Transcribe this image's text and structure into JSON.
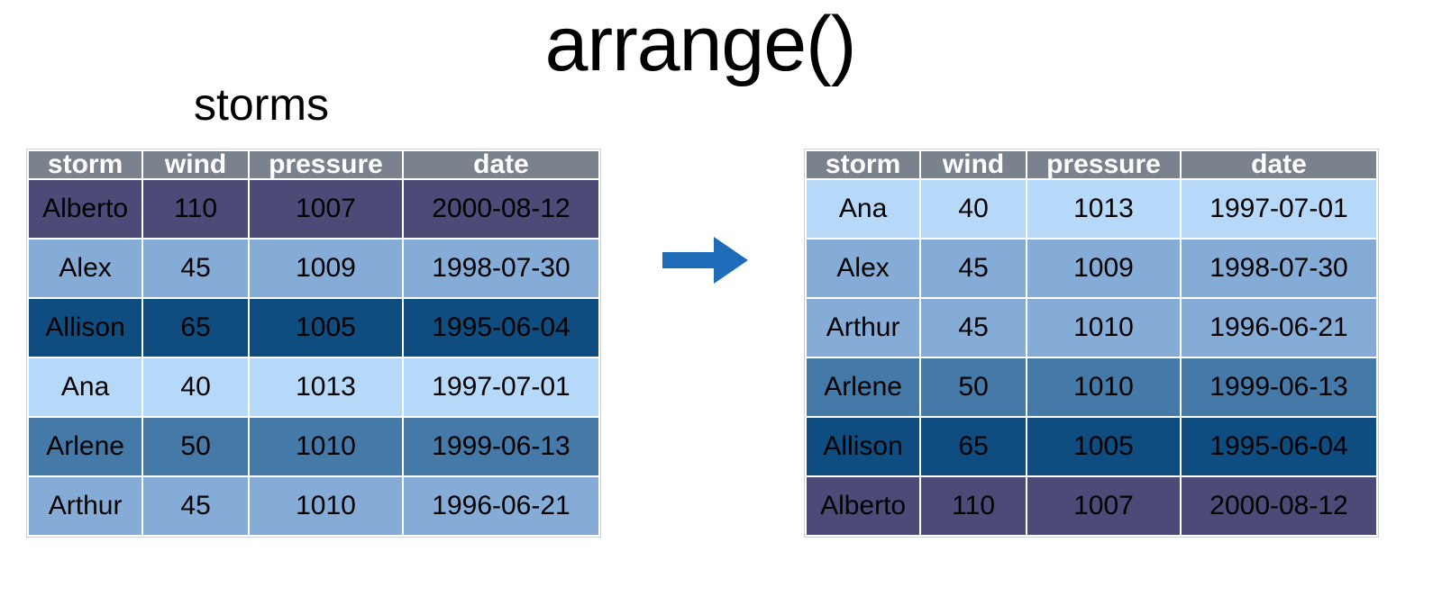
{
  "title": "arrange()",
  "arrow_icon": {
    "color": "#1e6cb8"
  },
  "style": {
    "header_bg": "#7a828e",
    "header_text": "#ffffff",
    "grid_line": "#ffffff",
    "cell_text": "#000000"
  },
  "left_table": {
    "label": "storms",
    "columns": [
      "storm",
      "wind",
      "pressure",
      "date"
    ],
    "rows": [
      {
        "storm": "Alberto",
        "wind": "110",
        "pressure": "1007",
        "date": "2000-08-12",
        "row_color": "#4c4b77"
      },
      {
        "storm": "Alex",
        "wind": "45",
        "pressure": "1009",
        "date": "1998-07-30",
        "row_color": "#84acd7"
      },
      {
        "storm": "Allison",
        "wind": "65",
        "pressure": "1005",
        "date": "1995-06-04",
        "row_color": "#0f4d80"
      },
      {
        "storm": "Ana",
        "wind": "40",
        "pressure": "1013",
        "date": "1997-07-01",
        "row_color": "#b6d9f9"
      },
      {
        "storm": "Arlene",
        "wind": "50",
        "pressure": "1010",
        "date": "1999-06-13",
        "row_color": "#4579a8"
      },
      {
        "storm": "Arthur",
        "wind": "45",
        "pressure": "1010",
        "date": "1996-06-21",
        "row_color": "#84acd7"
      }
    ]
  },
  "right_table": {
    "columns": [
      "storm",
      "wind",
      "pressure",
      "date"
    ],
    "rows": [
      {
        "storm": "Ana",
        "wind": "40",
        "pressure": "1013",
        "date": "1997-07-01",
        "row_color": "#b6d9f9"
      },
      {
        "storm": "Alex",
        "wind": "45",
        "pressure": "1009",
        "date": "1998-07-30",
        "row_color": "#84acd7"
      },
      {
        "storm": "Arthur",
        "wind": "45",
        "pressure": "1010",
        "date": "1996-06-21",
        "row_color": "#84acd7"
      },
      {
        "storm": "Arlene",
        "wind": "50",
        "pressure": "1010",
        "date": "1999-06-13",
        "row_color": "#4579a8"
      },
      {
        "storm": "Allison",
        "wind": "65",
        "pressure": "1005",
        "date": "1995-06-04",
        "row_color": "#0f4d80"
      },
      {
        "storm": "Alberto",
        "wind": "110",
        "pressure": "1007",
        "date": "2000-08-12",
        "row_color": "#4c4b77"
      }
    ]
  }
}
